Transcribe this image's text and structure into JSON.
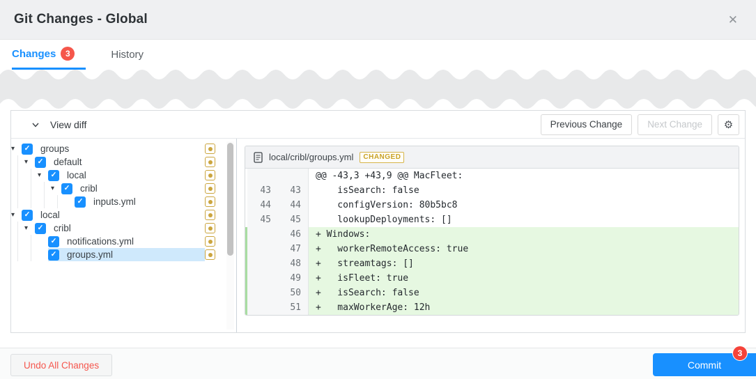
{
  "modal": {
    "title": "Git Changes - Global"
  },
  "icons": {
    "close": "✕",
    "caret_down": "▾",
    "check": "✓",
    "gear": "⚙"
  },
  "tabs": [
    {
      "label": "Changes",
      "badge": "3",
      "active": true
    },
    {
      "label": "History",
      "active": false
    }
  ],
  "diff_toolbar": {
    "title": "View diff",
    "prev_label": "Previous Change",
    "next_label": "Next Change"
  },
  "tree": {
    "items": [
      {
        "label": "groups",
        "level": 0,
        "folder": true,
        "checked": true,
        "modified": true
      },
      {
        "label": "default",
        "level": 1,
        "folder": true,
        "checked": true,
        "modified": true
      },
      {
        "label": "local",
        "level": 2,
        "folder": true,
        "checked": true,
        "modified": true
      },
      {
        "label": "cribl",
        "level": 3,
        "folder": true,
        "checked": true,
        "modified": true
      },
      {
        "label": "inputs.yml",
        "level": 4,
        "folder": false,
        "checked": true,
        "modified": true
      },
      {
        "label": "local",
        "level": 0,
        "folder": true,
        "checked": true,
        "modified": true
      },
      {
        "label": "cribl",
        "level": 1,
        "folder": true,
        "checked": true,
        "modified": true
      },
      {
        "label": "notifications.yml",
        "level": 2,
        "folder": false,
        "checked": true,
        "modified": true
      },
      {
        "label": "groups.yml",
        "level": 2,
        "folder": false,
        "checked": true,
        "modified": true,
        "selected": true
      }
    ]
  },
  "diff": {
    "file": "local/cribl/groups.yml",
    "status": "CHANGED",
    "lines": [
      {
        "old": "",
        "new": "",
        "kind": "hunk",
        "text": "@@ -43,3 +43,9 @@ MacFleet:"
      },
      {
        "old": "43",
        "new": "43",
        "kind": "context",
        "text": "    isSearch: false"
      },
      {
        "old": "44",
        "new": "44",
        "kind": "context",
        "text": "    configVersion: 80b5bc8"
      },
      {
        "old": "45",
        "new": "45",
        "kind": "context",
        "text": "    lookupDeployments: []"
      },
      {
        "old": "",
        "new": "46",
        "kind": "added",
        "text": "+ Windows:"
      },
      {
        "old": "",
        "new": "47",
        "kind": "added",
        "text": "+   workerRemoteAccess: true"
      },
      {
        "old": "",
        "new": "48",
        "kind": "added",
        "text": "+   streamtags: []"
      },
      {
        "old": "",
        "new": "49",
        "kind": "added",
        "text": "+   isFleet: true"
      },
      {
        "old": "",
        "new": "50",
        "kind": "added",
        "text": "+   isSearch: false"
      },
      {
        "old": "",
        "new": "51",
        "kind": "added",
        "text": "+   maxWorkerAge: 12h"
      }
    ]
  },
  "footer": {
    "undo_label": "Undo All Changes",
    "commit_label": "Commit",
    "commit_badge": "3"
  },
  "colors": {
    "accent_blue": "#1890ff",
    "badge_red": "#f5564b",
    "modified_gold": "#cba53e",
    "added_green_bg": "#e6f8e1",
    "selected_row_blue": "#cfe9fc",
    "wave_gray": "#e8e9ea"
  }
}
